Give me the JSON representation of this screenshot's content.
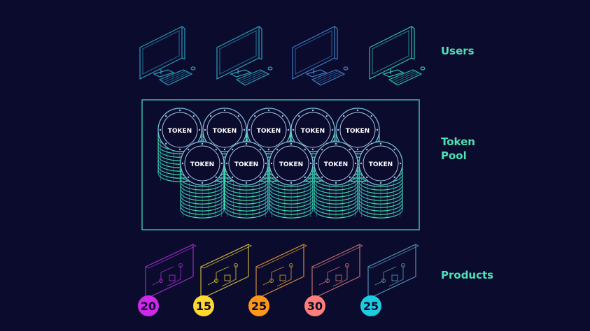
{
  "section_labels": {
    "users": "Users",
    "token_pool": "Token\nPool",
    "products": "Products"
  },
  "users": {
    "count": 4,
    "colors": [
      "#2a9bb8",
      "#2aa0b8",
      "#3a7fc0",
      "#2ec0b0"
    ]
  },
  "token_pool": {
    "token_label": "TOKEN",
    "back_row_count": 5,
    "front_row_count": 5,
    "border_color": "#3fb7a6",
    "coin_gradient": [
      "#2a7fb5",
      "#42e3a8"
    ]
  },
  "products": [
    {
      "value": "20",
      "color": "#d028e8",
      "outline": "#9a2bc0"
    },
    {
      "value": "15",
      "color": "#ffd830",
      "outline": "#c9b03a"
    },
    {
      "value": "25",
      "color": "#ff9818",
      "outline": "#c98a35"
    },
    {
      "value": "30",
      "color": "#ff7e78",
      "outline": "#b86a6c"
    },
    {
      "value": "25",
      "color": "#1ccde0",
      "outline": "#4b8fb0"
    }
  ]
}
